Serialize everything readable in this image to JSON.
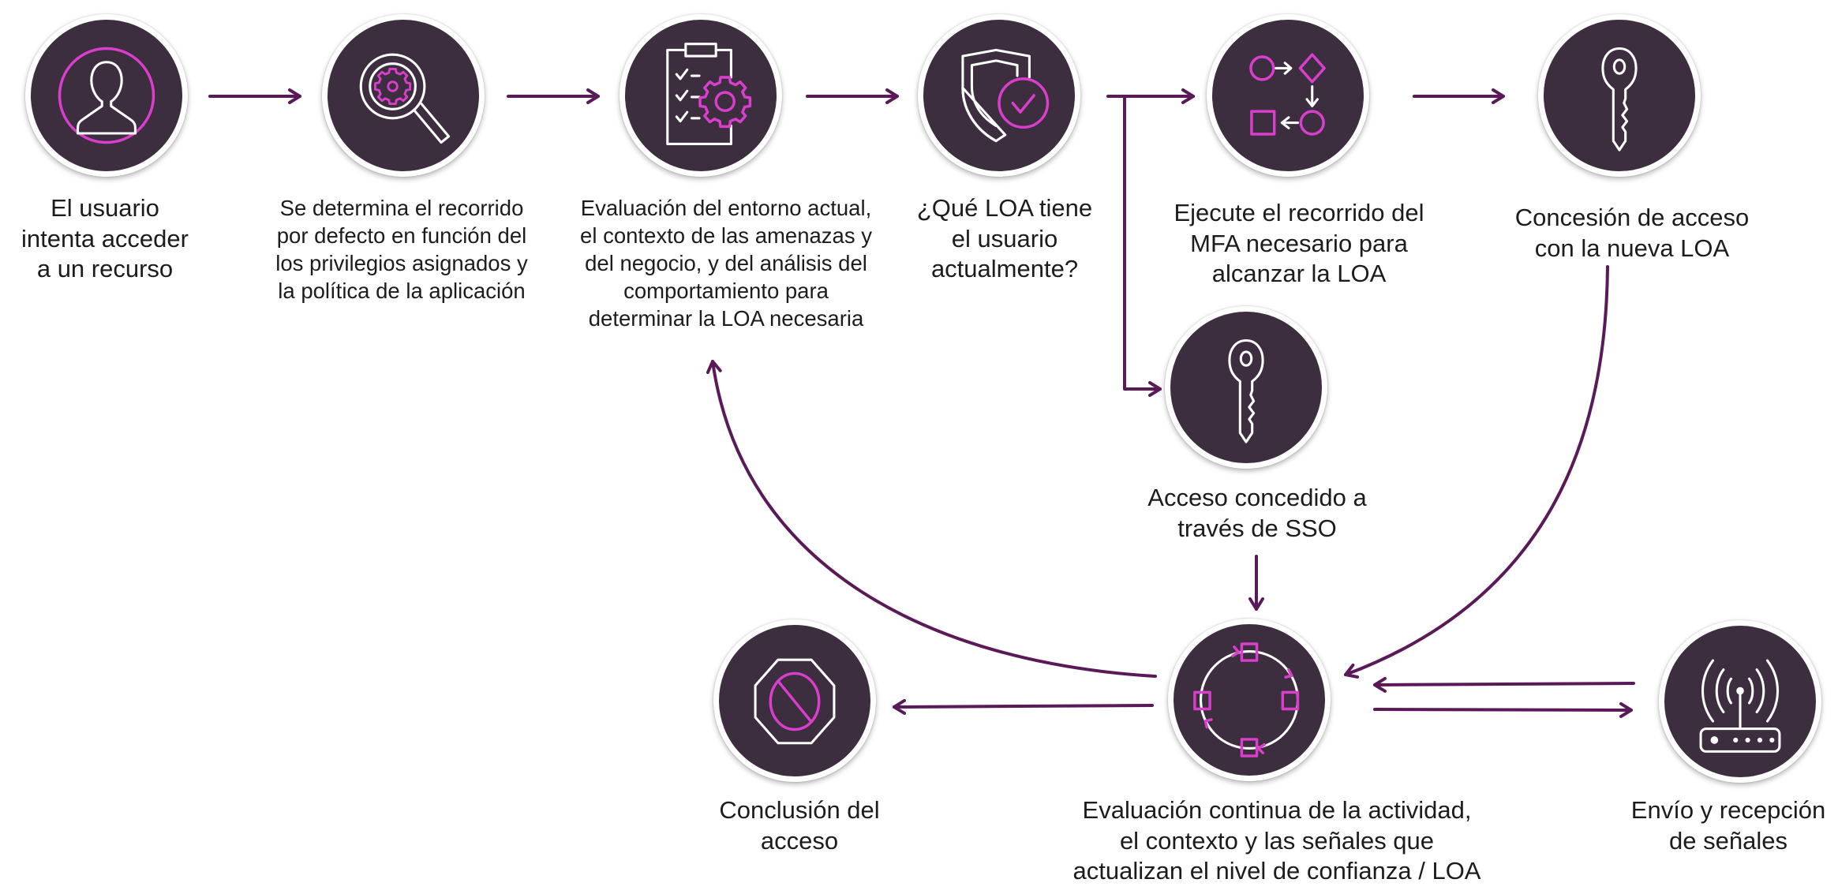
{
  "diagram": {
    "title": "Flujo de autenticación adaptativa basado en LOA",
    "colors": {
      "node_fill": "#3c2e3e",
      "node_border": "#ffffff",
      "accent": "#d93fcc",
      "arrow": "#5a1a58",
      "text": "#1c1c1c"
    },
    "nodes": [
      {
        "id": "user",
        "icon": "user-icon",
        "label_lines": [
          "El usuario",
          "intenta acceder",
          "a un recurso"
        ]
      },
      {
        "id": "journey",
        "icon": "magnifier-gear-icon",
        "label_lines": [
          "Se determina el recorrido",
          "por defecto en función del",
          "los privilegios asignados y",
          "la política de la aplicación"
        ]
      },
      {
        "id": "evaluate",
        "icon": "clipboard-gear-icon",
        "label_lines": [
          "Evaluación del entorno actual,",
          "el contexto de las amenazas y",
          "del negocio, y del análisis del",
          "comportamiento para",
          "determinar la LOA necesaria"
        ]
      },
      {
        "id": "loa",
        "icon": "shield-check-icon",
        "label_lines": [
          "¿Qué LOA tiene",
          "el usuario",
          "actualmente?"
        ]
      },
      {
        "id": "mfa",
        "icon": "flowchart-icon",
        "label_lines": [
          "Ejecute el recorrido del",
          "MFA necesario para",
          "alcanzar la LOA"
        ]
      },
      {
        "id": "grant",
        "icon": "key-icon",
        "label_lines": [
          "Concesión de acceso",
          "con la nueva LOA"
        ]
      },
      {
        "id": "sso",
        "icon": "key-icon",
        "label_lines": [
          "Acceso concedido a",
          "través de SSO"
        ]
      },
      {
        "id": "end",
        "icon": "stop-sign-icon",
        "label_lines": [
          "Conclusión del",
          "acceso"
        ]
      },
      {
        "id": "continuous",
        "icon": "cycle-icon",
        "label_lines": [
          "Evaluación continua de la actividad,",
          "el contexto y las señales que",
          "actualizan el nivel de confianza / LOA"
        ]
      },
      {
        "id": "signals",
        "icon": "router-icon",
        "label_lines": [
          "Envío y recepción",
          "de señales"
        ]
      }
    ],
    "edges": [
      {
        "from": "user",
        "to": "journey"
      },
      {
        "from": "journey",
        "to": "evaluate"
      },
      {
        "from": "evaluate",
        "to": "loa"
      },
      {
        "from": "loa",
        "to": "mfa"
      },
      {
        "from": "loa",
        "to": "sso"
      },
      {
        "from": "mfa",
        "to": "grant"
      },
      {
        "from": "grant",
        "to": "continuous"
      },
      {
        "from": "sso",
        "to": "continuous"
      },
      {
        "from": "continuous",
        "to": "evaluate"
      },
      {
        "from": "continuous",
        "to": "end"
      },
      {
        "from": "signals",
        "to": "continuous"
      },
      {
        "from": "continuous",
        "to": "signals"
      }
    ]
  }
}
